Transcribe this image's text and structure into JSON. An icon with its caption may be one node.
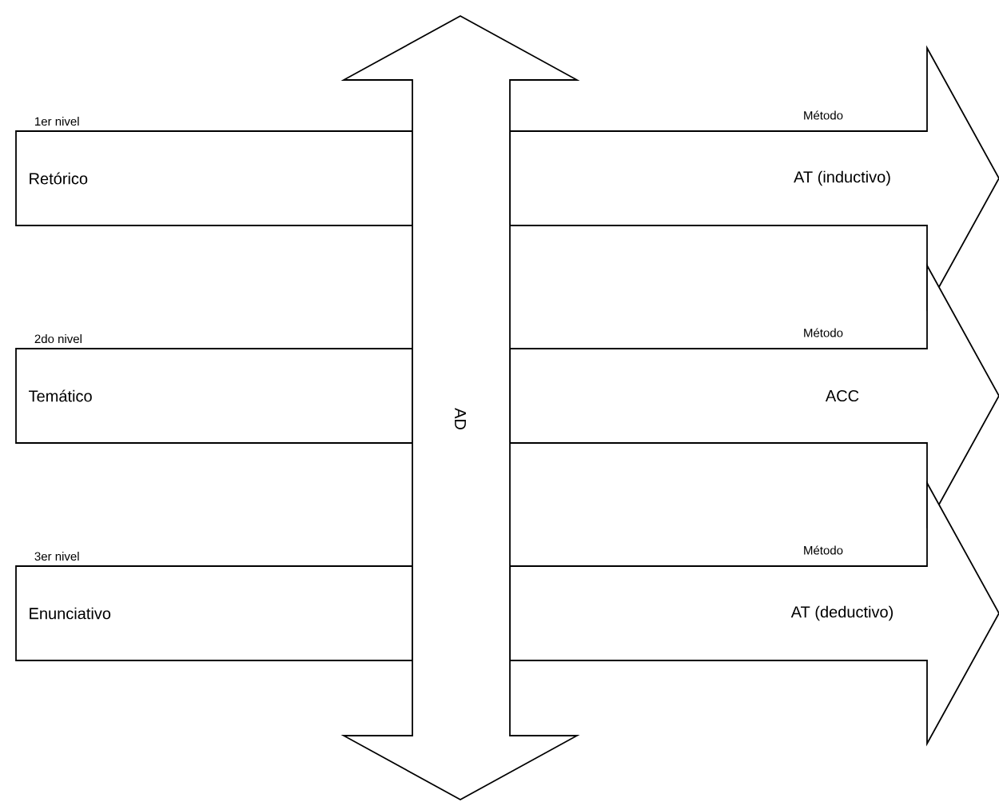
{
  "diagram": {
    "nodes": [
      {
        "text": [
          "AD"
        ]
      },
      {
        "text": [
          "Retórico"
        ],
        "beside": [
          "1er nivel"
        ]
      },
      {
        "text": [
          "AT (inductivo)"
        ],
        "beside": [
          "Método"
        ]
      },
      {
        "text": [
          "Temático"
        ],
        "beside": [
          "2do nivel"
        ]
      },
      {
        "text": [
          "ACC"
        ],
        "beside": [
          "Método"
        ]
      },
      {
        "text": [
          "Enunciativo"
        ],
        "beside": [
          "3er nivel"
        ]
      },
      {
        "text": [
          "AT (deductivo)"
        ],
        "beside": [
          "Método"
        ]
      }
    ]
  }
}
